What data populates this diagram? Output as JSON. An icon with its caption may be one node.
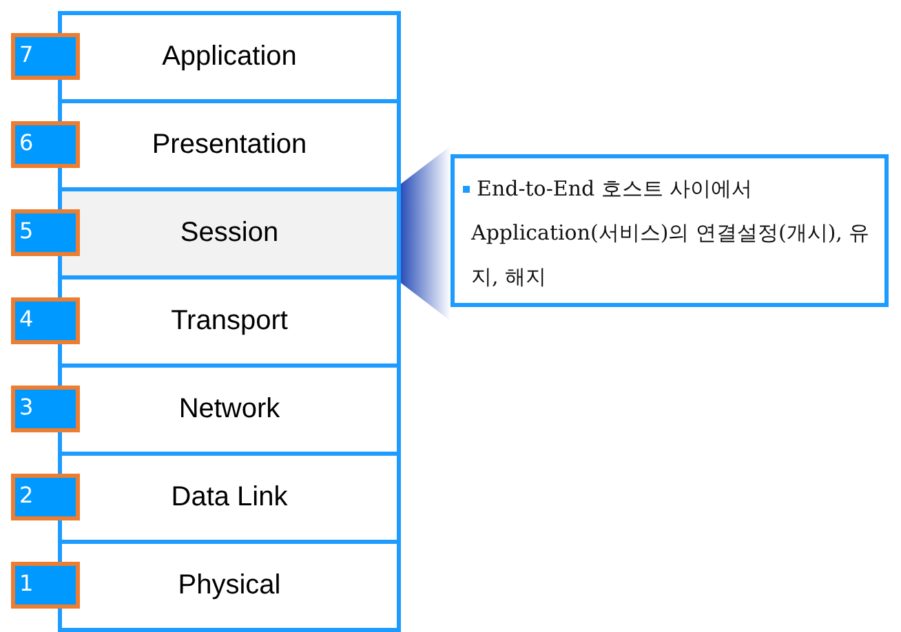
{
  "diagram": {
    "nodes": [
      {
        "text": [
          "7"
        ]
      },
      {
        "text": [
          "Application"
        ]
      },
      {
        "text": [
          "6"
        ]
      },
      {
        "text": [
          "Presentation"
        ]
      },
      {
        "text": [
          "5"
        ]
      },
      {
        "text": [
          "Session"
        ]
      },
      {
        "text": [
          "4"
        ]
      },
      {
        "text": [
          "Transport"
        ]
      },
      {
        "text": [
          "3"
        ]
      },
      {
        "text": [
          "Network"
        ]
      },
      {
        "text": [
          "2"
        ]
      },
      {
        "text": [
          "Data Link"
        ]
      },
      {
        "text": [
          "1"
        ]
      },
      {
        "text": [
          "Physical"
        ]
      },
      {
        "text": [
          "End-to-End 호스트 사이에서 Application(서비스)의 연결설정(개시), 유지, 해지"
        ]
      }
    ],
    "edges": [
      {
        "from": 5,
        "to": 14,
        "arrow": "none"
      }
    ]
  }
}
